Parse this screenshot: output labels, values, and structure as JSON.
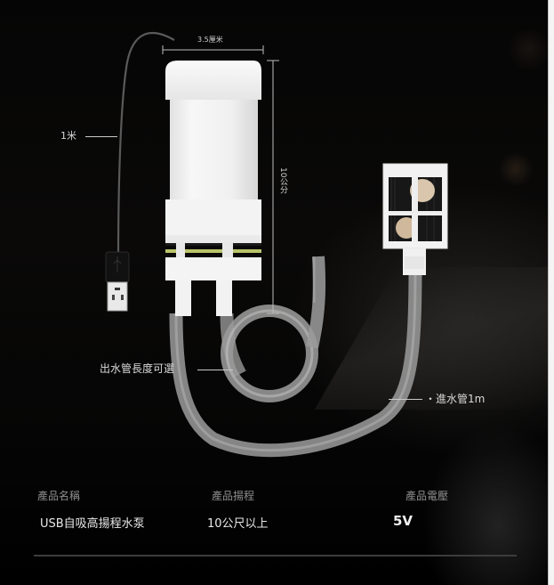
{
  "dimensions": {
    "width_label": "3.5厘米",
    "height_label": "10公分",
    "cable_label": "1米"
  },
  "callouts": {
    "outlet_tube": "出水管長度可選",
    "inlet_tube": "・進水管1m"
  },
  "specs": {
    "columns": [
      {
        "header": "產品名稱",
        "value": "USB自吸高揚程水泵"
      },
      {
        "header": "產品揚程",
        "value": "10公尺以上"
      },
      {
        "header": "產品電壓",
        "value": "5V"
      }
    ]
  },
  "product": {
    "name": "USB自吸高揚程水泵",
    "components": [
      "pump-body",
      "usb-cable",
      "usb-plug",
      "outlet-tube",
      "inlet-tube",
      "inlet-filter"
    ],
    "accent_colors": {
      "band": "#b9c46a",
      "body": "#f2f2f2",
      "tube": "#9a9a9a"
    }
  }
}
